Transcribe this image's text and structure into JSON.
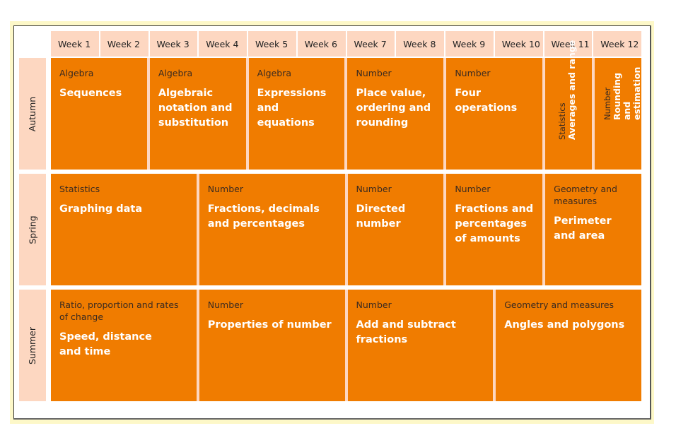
{
  "weeks": [
    "Week 1",
    "Week 2",
    "Week 3",
    "Week 4",
    "Week 5",
    "Week 6",
    "Week 7",
    "Week 8",
    "Week 9",
    "Week 10",
    "Week 11",
    "Week 12"
  ],
  "terms": [
    "Autumn",
    "Spring",
    "Summer"
  ],
  "autumn": [
    {
      "cat": "Algebra",
      "title": "Sequences"
    },
    {
      "cat": "Algebra",
      "title": "Algebraic notation and substitution"
    },
    {
      "cat": "Algebra",
      "title": "Expressions and equations"
    },
    {
      "cat": "Number",
      "title": "Place value, ordering and rounding"
    },
    {
      "cat": "Number",
      "title": "Four operations"
    },
    {
      "cat": "Statistics",
      "title": "Averages and range"
    },
    {
      "cat": "Number",
      "title": "Rounding and estimation"
    }
  ],
  "spring": [
    {
      "cat": "Statistics",
      "title": "Graphing data"
    },
    {
      "cat": "Number",
      "title": "Fractions, decimals and percentages"
    },
    {
      "cat": "Number",
      "title": "Directed number"
    },
    {
      "cat": "Number",
      "title": "Fractions and percentages of amounts"
    },
    {
      "cat": "Geometry and measures",
      "title": "Perimeter and area"
    }
  ],
  "summer": [
    {
      "cat": "Ratio, proportion and rates of change",
      "title": "Speed, distance and time"
    },
    {
      "cat": "Number",
      "title": "Properties of number"
    },
    {
      "cat": "Number",
      "title": "Add and subtract fractions"
    },
    {
      "cat": "Geometry and measures",
      "title": "Angles and polygons"
    }
  ],
  "colors": {
    "orange": "#f07c00",
    "peach": "#fdd7c1"
  }
}
